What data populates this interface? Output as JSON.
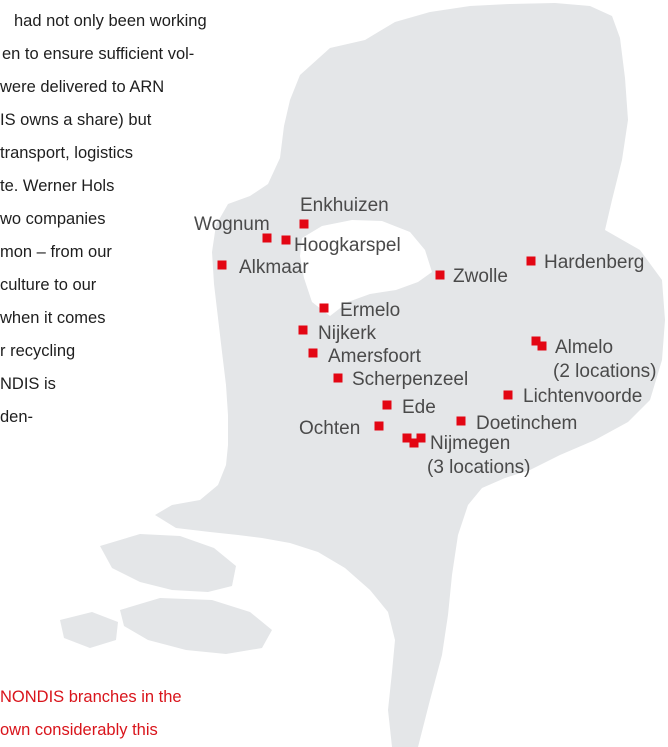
{
  "article": {
    "lines": [
      "had not only been working",
      "en to ensure sufficient vol-",
      "were delivered to ARN",
      "IS owns a share) but",
      "transport, logistics",
      "te. Werner Hols",
      "wo companies",
      "mon – from our",
      "culture to our",
      "when it comes",
      "r recycling",
      "NDIS is",
      "den-"
    ]
  },
  "caption": {
    "lines": [
      "NONDIS branches in the",
      "own considerably this"
    ]
  },
  "map": {
    "land_color": "#e4e6e8",
    "marker_color": "#e30613",
    "cities": [
      {
        "name": "Enkhuizen"
      },
      {
        "name": "Wognum"
      },
      {
        "name": "Hoogkarspel"
      },
      {
        "name": "Alkmaar"
      },
      {
        "name": "Zwolle"
      },
      {
        "name": "Hardenberg"
      },
      {
        "name": "Ermelo"
      },
      {
        "name": "Nijkerk"
      },
      {
        "name": "Amersfoort"
      },
      {
        "name": "Almelo"
      },
      {
        "name": "(2 locations)"
      },
      {
        "name": "Scherpenzeel"
      },
      {
        "name": "Lichtenvoorde"
      },
      {
        "name": "Ede"
      },
      {
        "name": "Doetinchem"
      },
      {
        "name": "Ochten"
      },
      {
        "name": "Nijmegen"
      },
      {
        "name": "(3 locations)"
      }
    ]
  }
}
